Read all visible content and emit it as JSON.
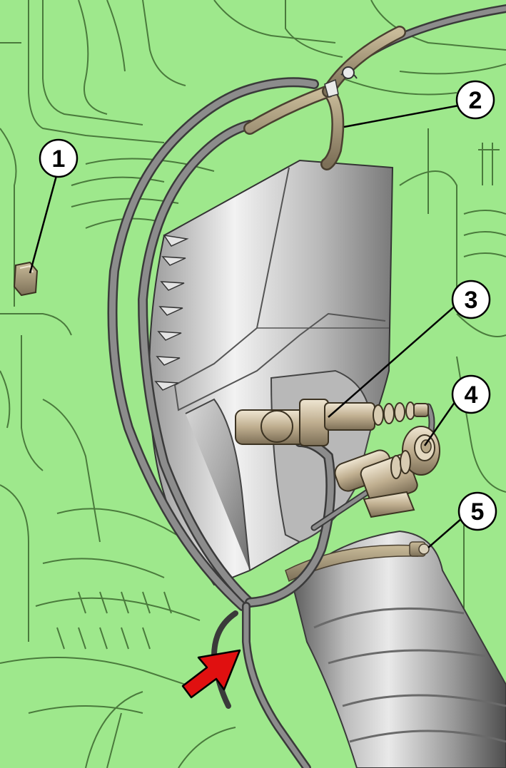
{
  "callouts": [
    {
      "id": "1",
      "label": "1",
      "target": "nut-fastener"
    },
    {
      "id": "2",
      "label": "2",
      "target": "vacuum-hose-y-junction"
    },
    {
      "id": "3",
      "label": "3",
      "target": "electrical-connector"
    },
    {
      "id": "4",
      "label": "4",
      "target": "sensor-connector"
    },
    {
      "id": "5",
      "label": "5",
      "target": "hose-clamp-screw"
    }
  ],
  "colors": {
    "background": "#9ee88c",
    "outline": "#4a7a3c",
    "metal_light": "#e6e6e6",
    "metal_dark": "#8a8a8a",
    "hose": "#6b6b6b",
    "tan_hose": "#a89b7e",
    "connector": "#c9bda6",
    "arrow": "#e01010"
  }
}
